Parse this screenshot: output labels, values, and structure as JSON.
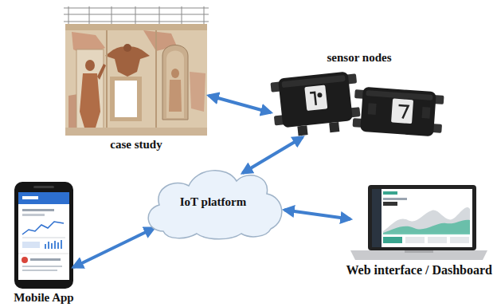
{
  "diagram": {
    "nodes": [
      {
        "text": [
          "case study"
        ]
      },
      {
        "text": [
          "sensor nodes"
        ]
      },
      {
        "text": [
          "IoT platform"
        ]
      },
      {
        "text": [
          "Mobile App"
        ]
      },
      {
        "text": [
          "Web interface / Dashboard"
        ]
      }
    ],
    "edges": [
      {
        "from": 0,
        "to": 1,
        "arrow": "both"
      },
      {
        "from": 1,
        "to": 2,
        "arrow": "both"
      },
      {
        "from": 2,
        "to": 3,
        "arrow": "both"
      },
      {
        "from": 2,
        "to": 4,
        "arrow": "both"
      }
    ]
  }
}
